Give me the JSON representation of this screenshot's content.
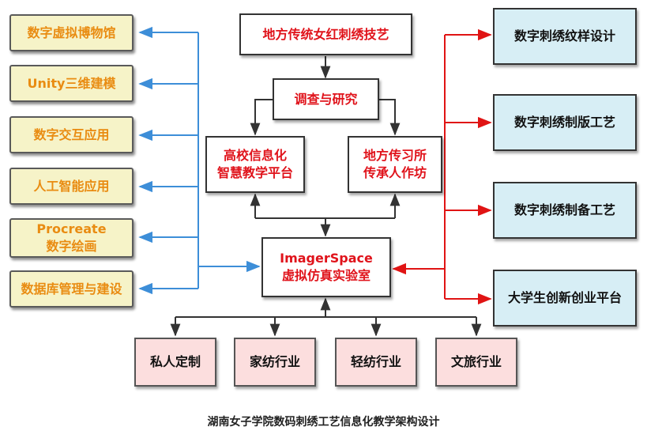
{
  "colors": {
    "blue_line": "#3d8ed8",
    "red_line": "#e01414",
    "dark_line": "#333333",
    "left_text": "#e98c12",
    "center_text": "#e0131b"
  },
  "top": {
    "title": "地方传统女红刺绣技艺"
  },
  "center": {
    "research": "调查与研究",
    "platform": "高校信息化\n智慧教学平台",
    "workshop": "地方传习所\n传承人作坊",
    "lab": "ImagerSpace\n虚拟仿真实验室"
  },
  "left_items": [
    "数字虚拟博物馆",
    "Unity三维建模",
    "数字交互应用",
    "人工智能应用",
    "Procreate\n数字绘画",
    "数据库管理与建设"
  ],
  "right_items": [
    "数字刺绣纹样设计",
    "数字刺绣制版工艺",
    "数字刺绣制备工艺",
    "大学生创新创业平台"
  ],
  "bottom_items": [
    "私人定制",
    "家纺行业",
    "轻纺行业",
    "文旅行业"
  ],
  "caption": "湖南女子学院数码刺绣工艺信息化教学架构设计"
}
